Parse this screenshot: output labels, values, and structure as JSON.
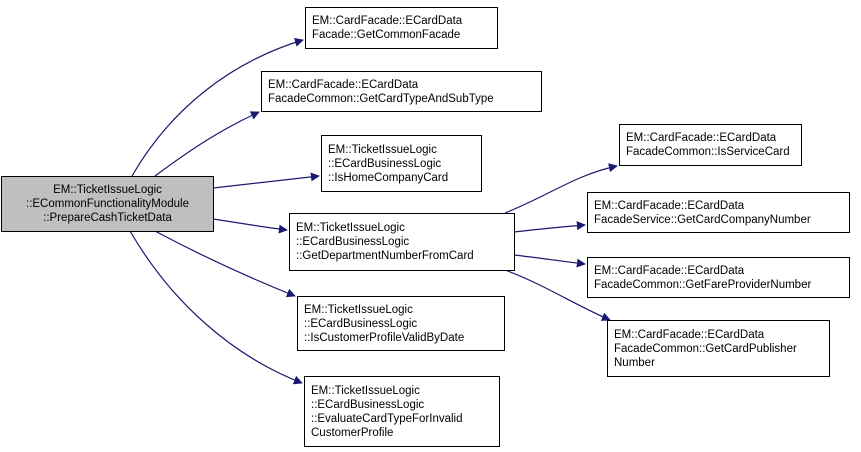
{
  "diagram": {
    "type": "call-graph",
    "edge_color": "#191970",
    "root": {
      "id": "root",
      "lines": [
        "EM::TicketIssueLogic",
        "::ECommonFunctionalityModule",
        "::PrepareCashTicketData"
      ],
      "fill": "#bfbfbf"
    },
    "nodes": [
      {
        "id": "n1",
        "lines": [
          "EM::CardFacade::ECardData",
          "Facade::GetCommonFacade"
        ]
      },
      {
        "id": "n2",
        "lines": [
          "EM::CardFacade::ECardData",
          "FacadeCommon::GetCardTypeAndSubType"
        ]
      },
      {
        "id": "n3",
        "lines": [
          "EM::TicketIssueLogic",
          "::ECardBusinessLogic",
          "::IsHomeCompanyCard"
        ]
      },
      {
        "id": "n4",
        "lines": [
          "EM::TicketIssueLogic",
          "::ECardBusinessLogic",
          "::GetDepartmentNumberFromCard"
        ]
      },
      {
        "id": "n5",
        "lines": [
          "EM::TicketIssueLogic",
          "::ECardBusinessLogic",
          "::IsCustomerProfileValidByDate"
        ]
      },
      {
        "id": "n6",
        "lines": [
          "EM::TicketIssueLogic",
          "::ECardBusinessLogic",
          "::EvaluateCardTypeForInvalid",
          "CustomerProfile"
        ]
      },
      {
        "id": "m1",
        "lines": [
          "EM::CardFacade::ECardData",
          "FacadeCommon::IsServiceCard"
        ]
      },
      {
        "id": "m2",
        "lines": [
          "EM::CardFacade::ECardData",
          "FacadeService::GetCardCompanyNumber"
        ]
      },
      {
        "id": "m3",
        "lines": [
          "EM::CardFacade::ECardData",
          "FacadeCommon::GetFareProviderNumber"
        ]
      },
      {
        "id": "m4",
        "lines": [
          "EM::CardFacade::ECardData",
          "FacadeCommon::GetCardPublisher",
          "Number"
        ]
      }
    ],
    "edges": [
      {
        "from": "root",
        "to": "n1"
      },
      {
        "from": "root",
        "to": "n2"
      },
      {
        "from": "root",
        "to": "n3"
      },
      {
        "from": "root",
        "to": "n4"
      },
      {
        "from": "root",
        "to": "n5"
      },
      {
        "from": "root",
        "to": "n6"
      },
      {
        "from": "n4",
        "to": "m1"
      },
      {
        "from": "n4",
        "to": "m2"
      },
      {
        "from": "n4",
        "to": "m3"
      },
      {
        "from": "n4",
        "to": "m4"
      }
    ]
  }
}
